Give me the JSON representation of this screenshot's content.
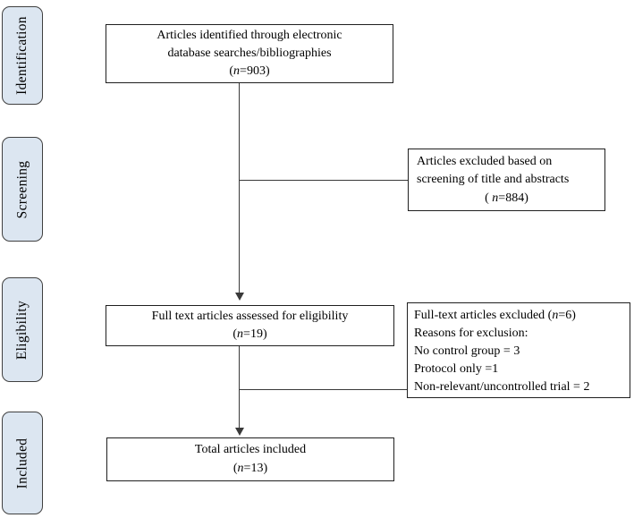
{
  "sidebar": {
    "stages": [
      {
        "label": "Identification"
      },
      {
        "label": "Screening"
      },
      {
        "label": "Eligibility"
      },
      {
        "label": "Included"
      }
    ]
  },
  "boxes": {
    "identified": {
      "line1": "Articles identified through electronic",
      "line2": "database searches/bibliographies",
      "count": {
        "pre": "(",
        "n": "n",
        "post": "=903)"
      }
    },
    "excluded_screening": {
      "line1": "Articles excluded based on",
      "line2": "screening of title and abstracts",
      "count": {
        "pre": "( ",
        "n": "n",
        "post": "=884)"
      }
    },
    "fulltext_assessed": {
      "line1": "Full text articles assessed for eligibility",
      "count": {
        "pre": "(",
        "n": "n",
        "post": "=19)"
      }
    },
    "fulltext_excluded": {
      "title": {
        "pre": "Full-text articles excluded (",
        "n": "n",
        "post": "=6)"
      },
      "line2": "Reasons for exclusion:",
      "line3": "No control group = 3",
      "line4": "Protocol only =1",
      "line5": "Non-relevant/uncontrolled trial = 2"
    },
    "included": {
      "line1": "Total articles included",
      "count": {
        "pre": "(",
        "n": "n",
        "post": "=13)"
      }
    }
  },
  "colors": {
    "stage_fill": "#dce6f1",
    "stage_border": "#404040",
    "box_border": "#1f1f1f",
    "line": "#3a3a3a"
  }
}
